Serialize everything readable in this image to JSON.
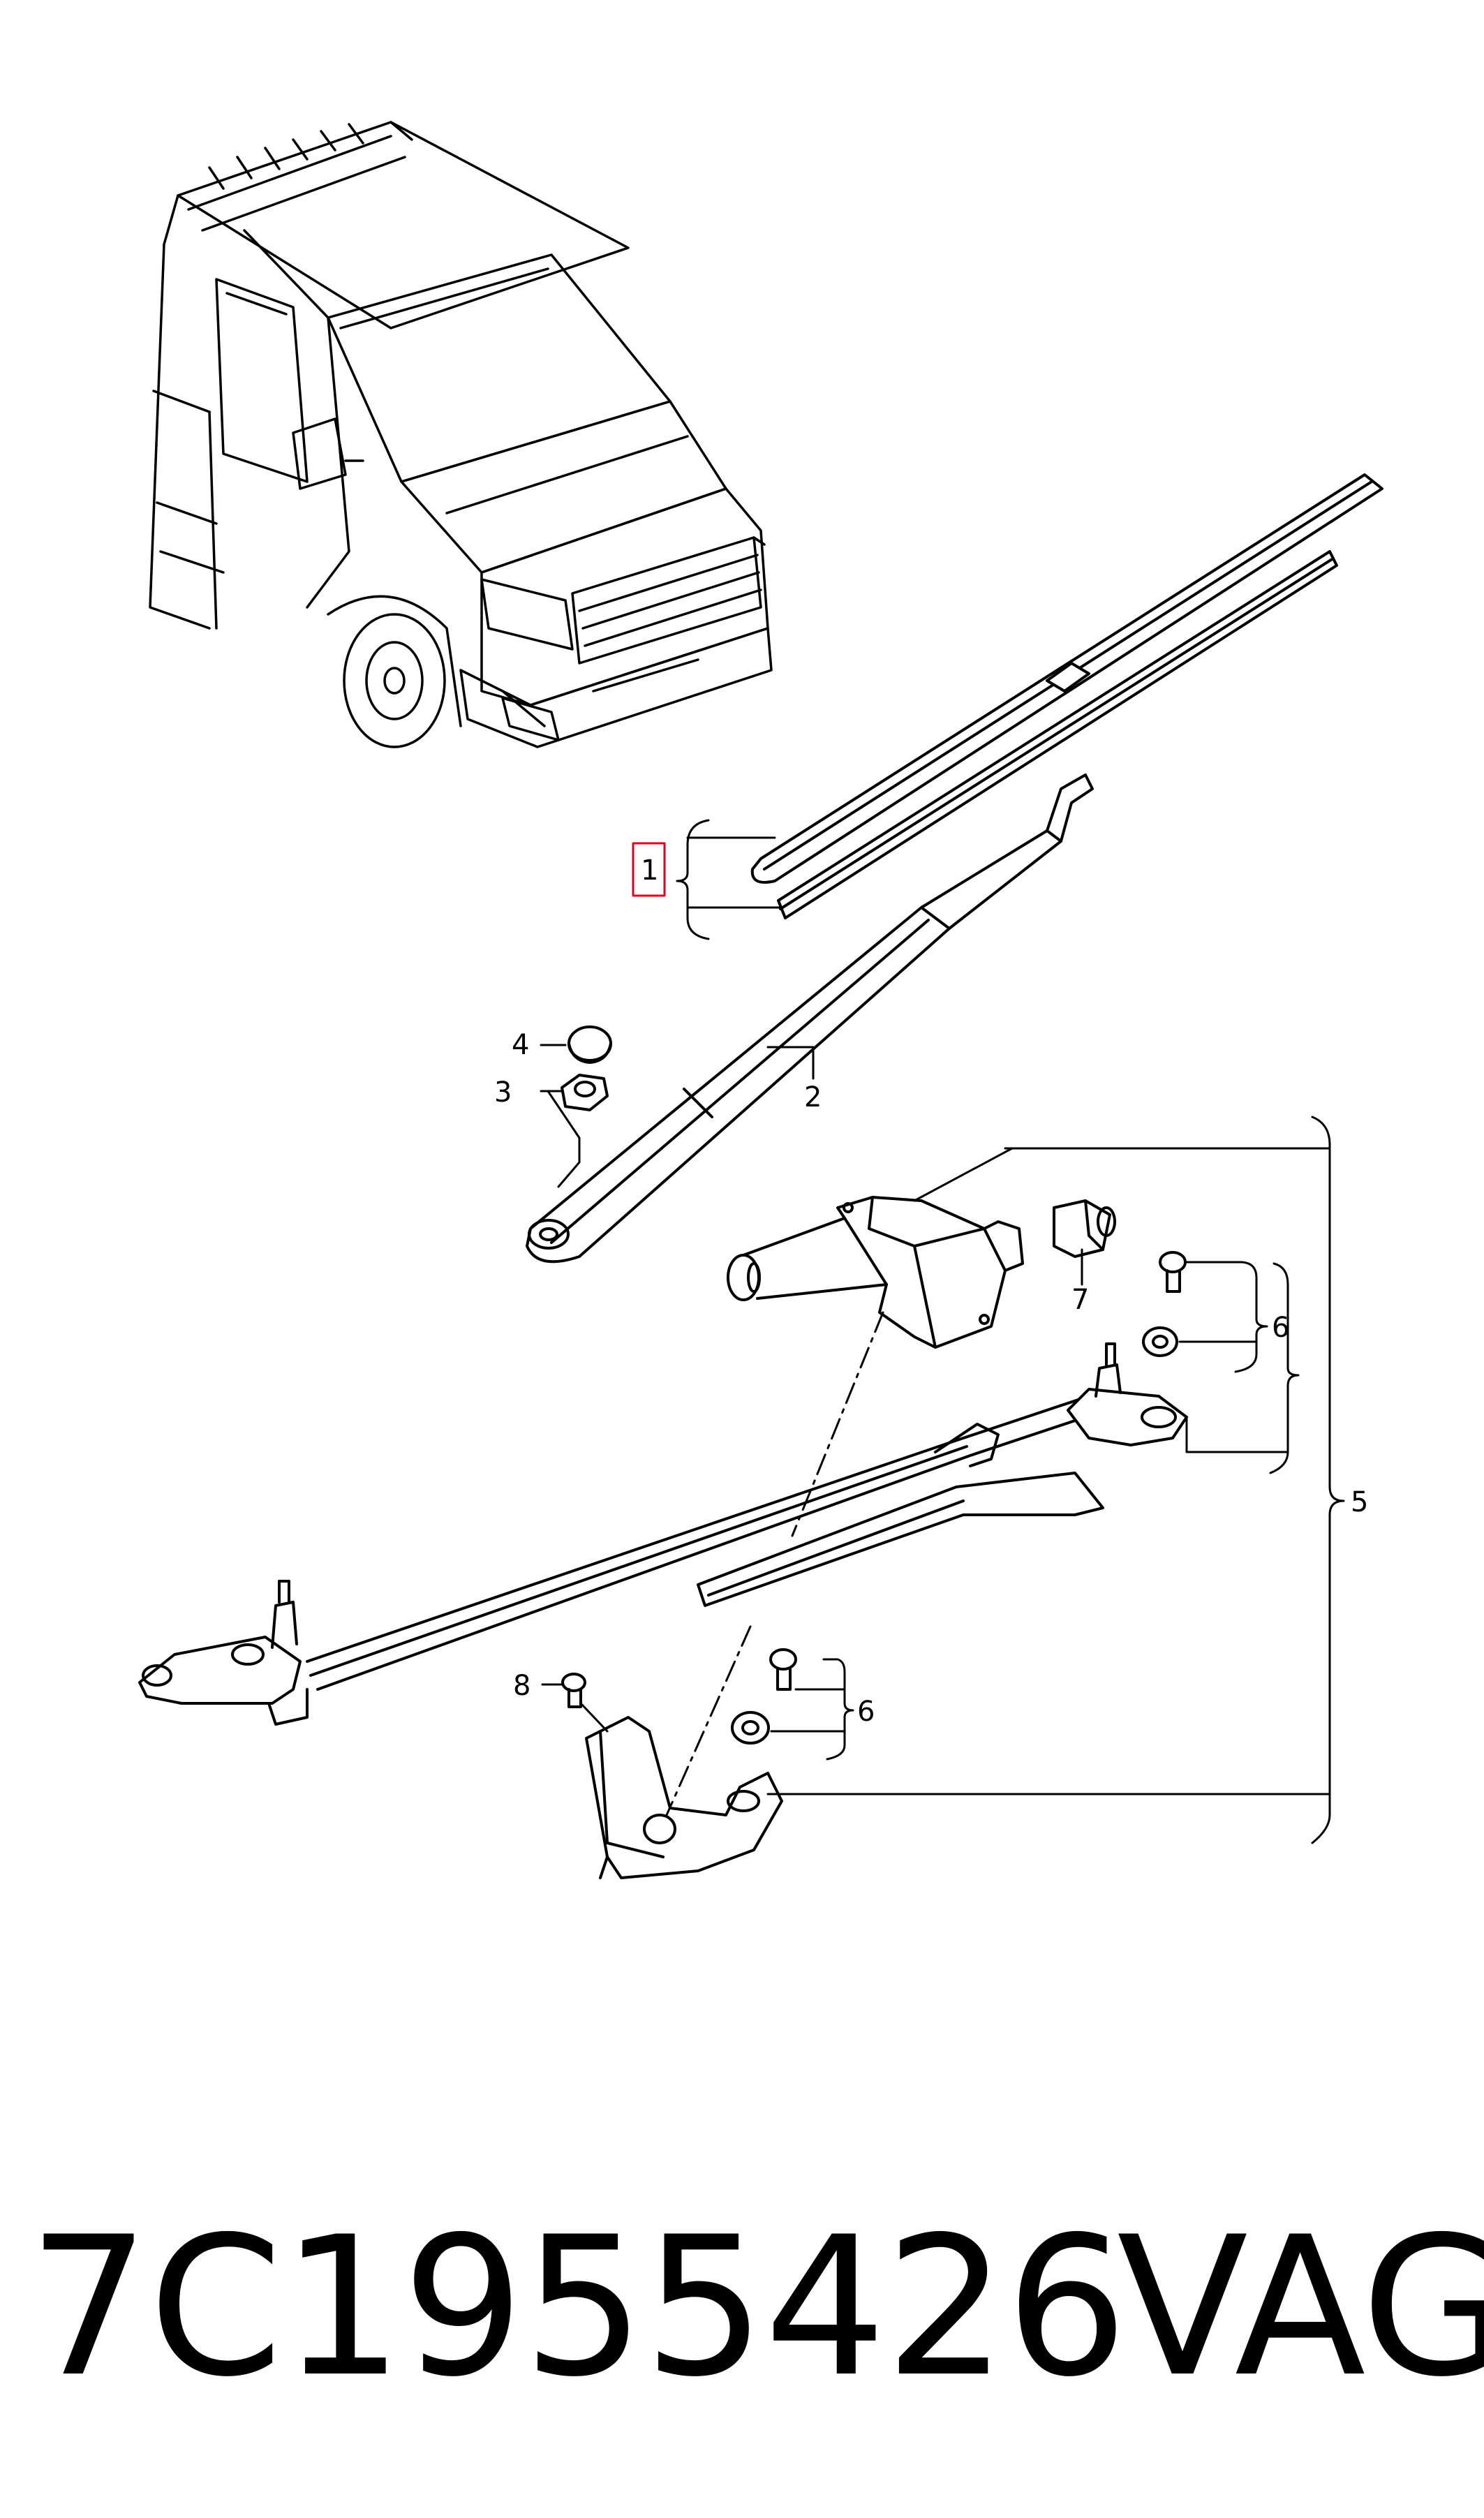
{
  "diagram": {
    "callouts": {
      "c1": "1",
      "c2": "2",
      "c3": "3",
      "c4": "4",
      "c5": "5",
      "c6a": "6",
      "c6b": "6",
      "c7": "7",
      "c8": "8"
    },
    "highlighted_callout": "1",
    "highlight_color": "#e0001b",
    "line_color": "#000000"
  },
  "footer": {
    "part_number": "7C1955426",
    "brand": "VAG"
  }
}
